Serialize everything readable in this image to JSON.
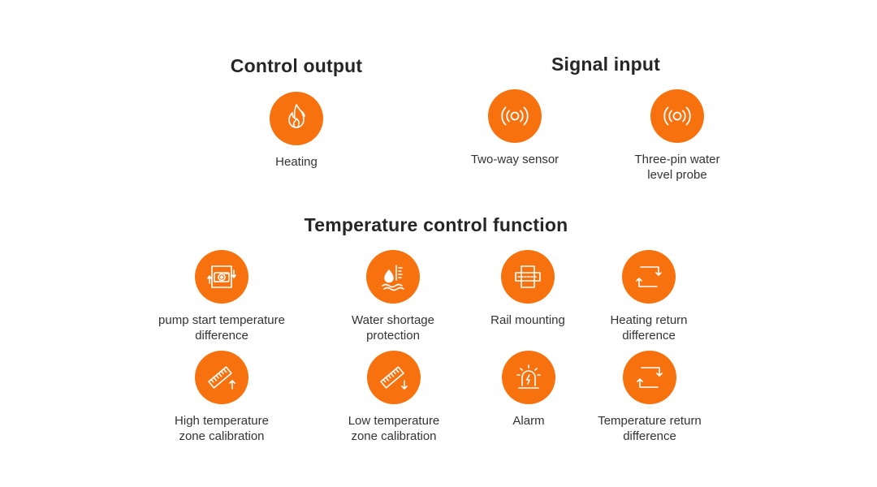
{
  "sections": {
    "control_output": "Control output",
    "signal_input": "Signal input",
    "temperature_control": "Temperature control function"
  },
  "accent_color": "#f7720f",
  "features": {
    "heating": {
      "label": "Heating",
      "icon": "flame-icon"
    },
    "two_way_sensor": {
      "label": "Two-way sensor",
      "icon": "signal-icon"
    },
    "water_level_probe": {
      "label": "Three-pin water\nlevel probe",
      "icon": "signal-icon"
    },
    "pump_start_diff": {
      "label": "pump start temperature\ndifference",
      "icon": "pump-icon"
    },
    "water_shortage": {
      "label": "Water shortage\nprotection",
      "icon": "water-drop-thermometer-icon"
    },
    "rail_mounting": {
      "label": "Rail mounting",
      "icon": "rail-icon"
    },
    "heating_return": {
      "label": "Heating return\ndifference",
      "icon": "return-arrows-icon"
    },
    "high_temp_calibration": {
      "label": "High temperature\nzone calibration",
      "icon": "ruler-up-icon"
    },
    "low_temp_calibration": {
      "label": "Low temperature\nzone calibration",
      "icon": "ruler-down-icon"
    },
    "alarm": {
      "label": "Alarm",
      "icon": "alarm-light-icon"
    },
    "temperature_return": {
      "label": "Temperature return\ndifference",
      "icon": "return-arrows-icon"
    }
  }
}
